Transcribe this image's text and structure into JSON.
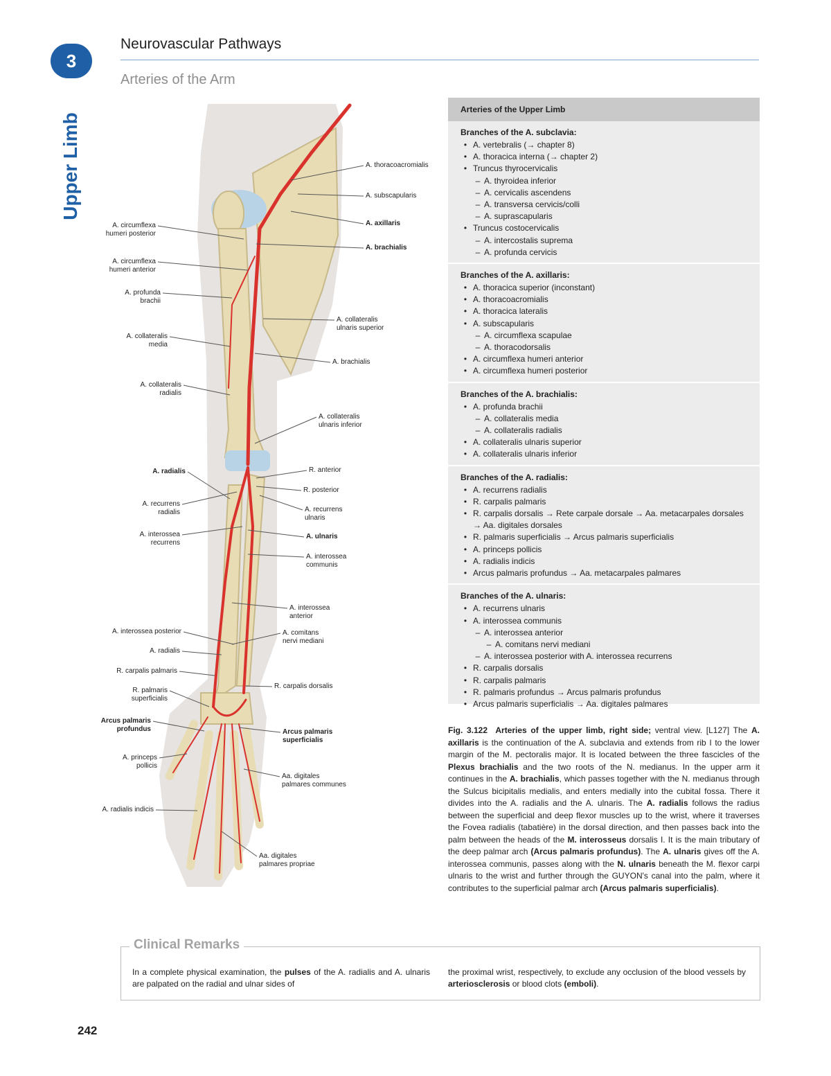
{
  "chapter": {
    "number": "3",
    "side_label": "Upper Limb"
  },
  "header": {
    "title": "Neurovascular Pathways",
    "section": "Arteries of the Arm"
  },
  "figure": {
    "labels_left": [
      {
        "text": "A. circumflexa\nhumeri posterior",
        "bold": false
      },
      {
        "text": "A. circumflexa\nhumeri anterior",
        "bold": false
      },
      {
        "text": "A. profunda\nbrachii",
        "bold": false
      },
      {
        "text": "A. collateralis\nmedia",
        "bold": false
      },
      {
        "text": "A. collateralis\nradialis",
        "bold": false
      },
      {
        "text": "A. radialis",
        "bold": true
      },
      {
        "text": "A. recurrens\nradialis",
        "bold": false
      },
      {
        "text": "A. interossea\nrecurrens",
        "bold": false
      },
      {
        "text": "A. interossea posterior",
        "bold": false
      },
      {
        "text": "A. radialis",
        "bold": false
      },
      {
        "text": "R. carpalis palmaris",
        "bold": false
      },
      {
        "text": "R. palmaris\nsuperficialis",
        "bold": false
      },
      {
        "text": "Arcus palmaris\nprofundus",
        "bold": true
      },
      {
        "text": "A. princeps\npollicis",
        "bold": false
      },
      {
        "text": "A. radialis indicis",
        "bold": false
      }
    ],
    "labels_right": [
      {
        "text": "A. thoracoacromialis",
        "bold": false
      },
      {
        "text": "A. subscapularis",
        "bold": false
      },
      {
        "text": "A. axillaris",
        "bold": true
      },
      {
        "text": "A. brachialis",
        "bold": true
      },
      {
        "text": "A. collateralis\nulnaris superior",
        "bold": false
      },
      {
        "text": "A. brachialis",
        "bold": false
      },
      {
        "text": "A. collateralis\nulnaris inferior",
        "bold": false
      },
      {
        "text": "R. anterior",
        "bold": false
      },
      {
        "text": "R. posterior",
        "bold": false
      },
      {
        "text": "A. recurrens\nulnaris",
        "bold": false
      },
      {
        "text": "A. ulnaris",
        "bold": true
      },
      {
        "text": "A. interossea\ncommunis",
        "bold": false
      },
      {
        "text": "A. interossea\nanterior",
        "bold": false
      },
      {
        "text": "A. comitans\nnervi mediani",
        "bold": false
      },
      {
        "text": "R. carpalis dorsalis",
        "bold": false
      },
      {
        "text": "Arcus palmaris\nsuperficialis",
        "bold": true
      },
      {
        "text": "Aa. digitales\npalmares communes",
        "bold": false
      },
      {
        "text": "Aa. digitales\npalmares propriae",
        "bold": false
      }
    ],
    "colors": {
      "artery": "#d9312b",
      "bone": "#e8dcb5",
      "skin": "#e6e3e1",
      "cartilage": "#b9d3e6"
    }
  },
  "table": {
    "title": "Arteries of the Upper Limb",
    "sections": [
      {
        "title": "Branches of the A. subclavia:",
        "items": [
          {
            "level": 0,
            "text": "A. vertebralis (→ chapter 8)"
          },
          {
            "level": 0,
            "text": "A. thoracica interna (→ chapter 2)"
          },
          {
            "level": 0,
            "text": "Truncus thyrocervicalis"
          },
          {
            "level": 1,
            "text": "A. thyroidea inferior"
          },
          {
            "level": 1,
            "text": "A. cervicalis ascendens"
          },
          {
            "level": 1,
            "text": "A. transversa cervicis/colli"
          },
          {
            "level": 1,
            "text": "A. suprascapularis"
          },
          {
            "level": 0,
            "text": "Truncus costocervicalis"
          },
          {
            "level": 1,
            "text": "A. intercostalis suprema"
          },
          {
            "level": 1,
            "text": "A. profunda cervicis"
          }
        ]
      },
      {
        "title": "Branches of the A. axillaris:",
        "items": [
          {
            "level": 0,
            "text": "A. thoracica superior (inconstant)"
          },
          {
            "level": 0,
            "text": "A. thoracoacromialis"
          },
          {
            "level": 0,
            "text": "A. thoracica lateralis"
          },
          {
            "level": 0,
            "text": "A. subscapularis"
          },
          {
            "level": 1,
            "text": "A. circumflexa scapulae"
          },
          {
            "level": 1,
            "text": "A. thoracodorsalis"
          },
          {
            "level": 0,
            "text": "A. circumflexa humeri anterior"
          },
          {
            "level": 0,
            "text": "A. circumflexa humeri posterior"
          }
        ]
      },
      {
        "title": "Branches of the A. brachialis:",
        "items": [
          {
            "level": 0,
            "text": "A. profunda brachii"
          },
          {
            "level": 1,
            "text": "A. collateralis media"
          },
          {
            "level": 1,
            "text": "A. collateralis radialis"
          },
          {
            "level": 0,
            "text": "A. collateralis ulnaris superior"
          },
          {
            "level": 0,
            "text": "A. collateralis ulnaris inferior"
          }
        ]
      },
      {
        "title": "Branches of the A. radialis:",
        "items": [
          {
            "level": 0,
            "text": "A. recurrens radialis"
          },
          {
            "level": 0,
            "text": "R. carpalis palmaris"
          },
          {
            "level": 0,
            "text": "R. carpalis dorsalis → Rete carpale dorsale → Aa. metacarpales dorsales → Aa. digitales dorsales"
          },
          {
            "level": 0,
            "text": "R. palmaris superficialis → Arcus palmaris superficialis"
          },
          {
            "level": 0,
            "text": "A. princeps pollicis"
          },
          {
            "level": 0,
            "text": "A. radialis indicis"
          },
          {
            "level": 0,
            "text": "Arcus palmaris profundus → Aa. metacarpales palmares"
          }
        ]
      },
      {
        "title": "Branches of the A. ulnaris:",
        "items": [
          {
            "level": 0,
            "text": "A. recurrens ulnaris"
          },
          {
            "level": 0,
            "text": "A. interossea communis"
          },
          {
            "level": 1,
            "text": "A. interossea anterior"
          },
          {
            "level": 2,
            "text": "A. comitans nervi mediani"
          },
          {
            "level": 1,
            "text": "A. interossea posterior with A. interossea recurrens"
          },
          {
            "level": 0,
            "text": "R. carpalis dorsalis"
          },
          {
            "level": 0,
            "text": "R. carpalis palmaris"
          },
          {
            "level": 0,
            "text": "R. palmaris profundus → Arcus palmaris profundus"
          },
          {
            "level": 0,
            "text": "Arcus palmaris superficialis → Aa. digitales palmares"
          }
        ]
      }
    ]
  },
  "caption": {
    "fig_label": "Fig. 3.122",
    "fig_title": "Arteries of the upper limb, right side;",
    "fig_view": " ventral view. [L127]",
    "body": [
      {
        "t": " The "
      },
      {
        "t": "A. axillaris",
        "b": true
      },
      {
        "t": " is the continuation of the A. subclavia and extends from rib I to the lower margin of the M. pectoralis major. It is located between the three fascicles of the "
      },
      {
        "t": "Plexus brachialis",
        "b": true
      },
      {
        "t": " and the two roots of the N. medianus. In the upper arm it continues in the "
      },
      {
        "t": "A. brachialis",
        "b": true
      },
      {
        "t": ", which passes together with the N. medianus through the Sulcus bicipitalis medialis, and enters medially into the cubital fossa. There it divides into the A. radialis and the A. ulnaris. The "
      },
      {
        "t": "A. radialis",
        "b": true
      },
      {
        "t": " follows the radius between the superficial and deep flexor muscles up to the wrist, where it traverses the Fovea radialis (tabatière) in the dorsal direction, and then passes back into the palm between the heads of the "
      },
      {
        "t": "M. interosseus",
        "b": true
      },
      {
        "t": " dorsalis I. It is the main tributary of the deep palmar arch "
      },
      {
        "t": "(Arcus palmaris profundus)",
        "b": true
      },
      {
        "t": ". The "
      },
      {
        "t": "A. ulnaris",
        "b": true
      },
      {
        "t": " gives off the A. interossea communis, passes along with the "
      },
      {
        "t": "N. ulnaris",
        "b": true
      },
      {
        "t": " beneath the M. flexor carpi ulnaris to the wrist and further through the GUYON's canal into the palm, where it contributes to the superficial palmar arch "
      },
      {
        "t": "(Arcus palmaris superficialis)",
        "b": true
      },
      {
        "t": "."
      }
    ]
  },
  "clinical": {
    "title": "Clinical Remarks",
    "left": [
      {
        "t": "In a complete physical examination, the "
      },
      {
        "t": "pulses",
        "b": true
      },
      {
        "t": " of the A. radialis and A. ulnaris are palpated on the radial and ulnar sides of"
      }
    ],
    "right": [
      {
        "t": "the proximal wrist, respectively, to exclude any occlusion of the blood vessels by "
      },
      {
        "t": "arteriosclerosis",
        "b": true
      },
      {
        "t": " or blood clots "
      },
      {
        "t": "(emboli)",
        "b": true
      },
      {
        "t": "."
      }
    ]
  },
  "page_number": "242"
}
